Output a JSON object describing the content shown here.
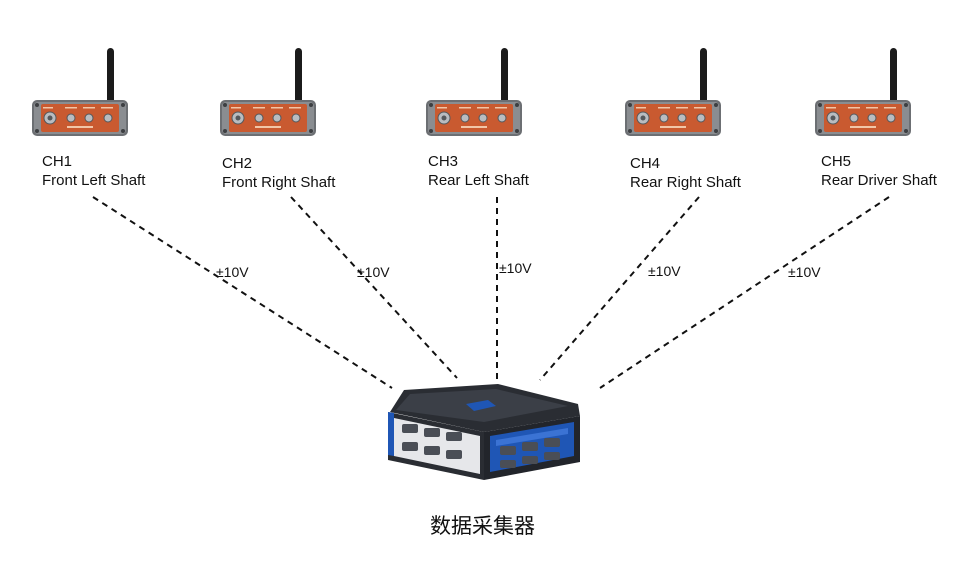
{
  "sensors": [
    {
      "channel": "CH1",
      "name": "Front Left Shaft",
      "voltage": "±10V"
    },
    {
      "channel": "CH2",
      "name": "Front Right Shaft",
      "voltage": "±10V"
    },
    {
      "channel": "CH3",
      "name": "Rear Left Shaft",
      "voltage": "±10V"
    },
    {
      "channel": "CH4",
      "name": "Rear Right Shaft",
      "voltage": "±10V"
    },
    {
      "channel": "CH5",
      "name": "Rear Driver Shaft",
      "voltage": "±10V"
    }
  ],
  "device_caption": "数据采集器",
  "colors": {
    "transmitter_face": "#c95a30",
    "transmitter_frame": "#6c6f73",
    "antenna": "#1b1b1b",
    "daq_blue": "#1f56b5",
    "daq_body": "#2a2d33",
    "connection_line": "#111111"
  }
}
